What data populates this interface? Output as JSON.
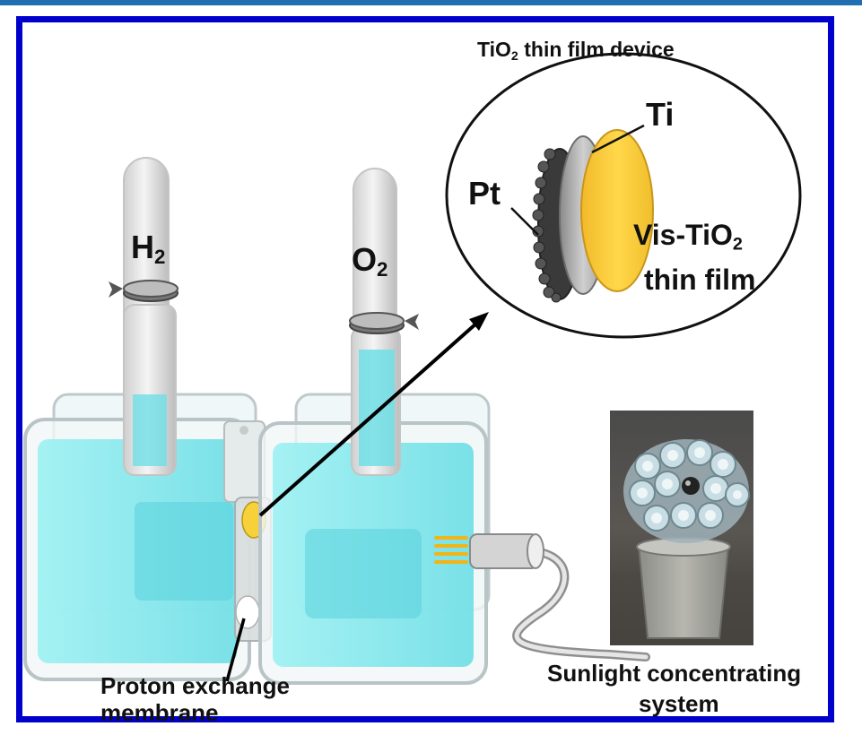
{
  "colors": {
    "frame": "#0000cc",
    "water": "#7ee8ec",
    "film": "#f6c93a",
    "electrode": "#a9a9a9",
    "platinum": "#3a3a3a"
  },
  "labels": {
    "device_title_a": "TiO",
    "device_title_sub": "2",
    "device_title_b": " thin film device",
    "ti": "Ti",
    "pt": "Pt",
    "film_a": "Vis-TiO",
    "film_sub": "2",
    "film_b": "thin film",
    "h2_a": "H",
    "h2_sub": "2",
    "o2_a": "O",
    "o2_sub": "2",
    "pem_a": "Proton exchange",
    "pem_b": "membrane",
    "sun_a": "Sunlight concentrating",
    "sun_b": "system"
  }
}
